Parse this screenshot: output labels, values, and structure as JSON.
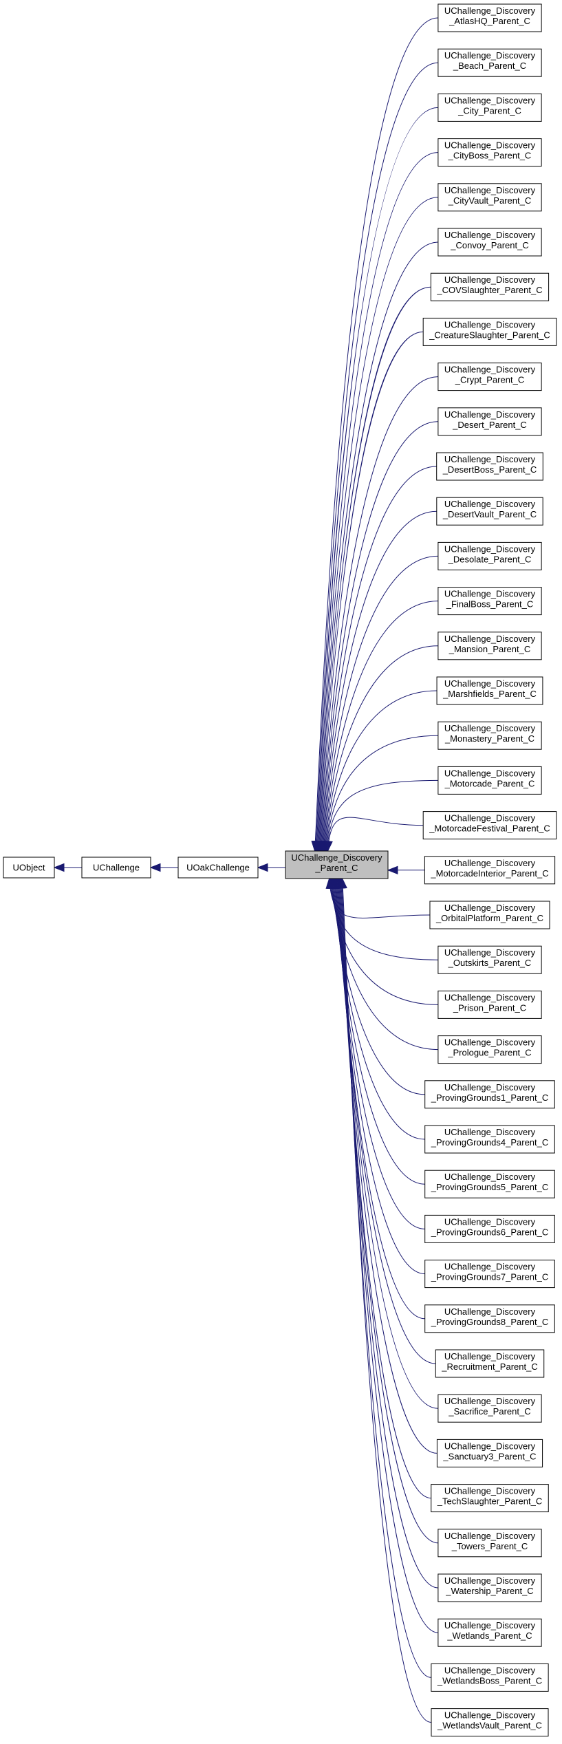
{
  "diagram": {
    "root_chain": [
      "UObject",
      "UChallenge",
      "UOakChallenge"
    ],
    "current": {
      "line1": "UChallenge_Discovery",
      "line2": "_Parent_C"
    },
    "children": [
      {
        "line1": "UChallenge_Discovery",
        "line2": "_AtlasHQ_Parent_C"
      },
      {
        "line1": "UChallenge_Discovery",
        "line2": "_Beach_Parent_C"
      },
      {
        "line1": "UChallenge_Discovery",
        "line2": "_City_Parent_C"
      },
      {
        "line1": "UChallenge_Discovery",
        "line2": "_CityBoss_Parent_C"
      },
      {
        "line1": "UChallenge_Discovery",
        "line2": "_CityVault_Parent_C"
      },
      {
        "line1": "UChallenge_Discovery",
        "line2": "_Convoy_Parent_C"
      },
      {
        "line1": "UChallenge_Discovery",
        "line2": "_COVSlaughter_Parent_C"
      },
      {
        "line1": "UChallenge_Discovery",
        "line2": "_CreatureSlaughter_Parent_C"
      },
      {
        "line1": "UChallenge_Discovery",
        "line2": "_Crypt_Parent_C"
      },
      {
        "line1": "UChallenge_Discovery",
        "line2": "_Desert_Parent_C"
      },
      {
        "line1": "UChallenge_Discovery",
        "line2": "_DesertBoss_Parent_C"
      },
      {
        "line1": "UChallenge_Discovery",
        "line2": "_DesertVault_Parent_C"
      },
      {
        "line1": "UChallenge_Discovery",
        "line2": "_Desolate_Parent_C"
      },
      {
        "line1": "UChallenge_Discovery",
        "line2": "_FinalBoss_Parent_C"
      },
      {
        "line1": "UChallenge_Discovery",
        "line2": "_Mansion_Parent_C"
      },
      {
        "line1": "UChallenge_Discovery",
        "line2": "_Marshfields_Parent_C"
      },
      {
        "line1": "UChallenge_Discovery",
        "line2": "_Monastery_Parent_C"
      },
      {
        "line1": "UChallenge_Discovery",
        "line2": "_Motorcade_Parent_C"
      },
      {
        "line1": "UChallenge_Discovery",
        "line2": "_MotorcadeFestival_Parent_C"
      },
      {
        "line1": "UChallenge_Discovery",
        "line2": "_MotorcadeInterior_Parent_C"
      },
      {
        "line1": "UChallenge_Discovery",
        "line2": "_OrbitalPlatform_Parent_C"
      },
      {
        "line1": "UChallenge_Discovery",
        "line2": "_Outskirts_Parent_C"
      },
      {
        "line1": "UChallenge_Discovery",
        "line2": "_Prison_Parent_C"
      },
      {
        "line1": "UChallenge_Discovery",
        "line2": "_Prologue_Parent_C"
      },
      {
        "line1": "UChallenge_Discovery",
        "line2": "_ProvingGrounds1_Parent_C"
      },
      {
        "line1": "UChallenge_Discovery",
        "line2": "_ProvingGrounds4_Parent_C"
      },
      {
        "line1": "UChallenge_Discovery",
        "line2": "_ProvingGrounds5_Parent_C"
      },
      {
        "line1": "UChallenge_Discovery",
        "line2": "_ProvingGrounds6_Parent_C"
      },
      {
        "line1": "UChallenge_Discovery",
        "line2": "_ProvingGrounds7_Parent_C"
      },
      {
        "line1": "UChallenge_Discovery",
        "line2": "_ProvingGrounds8_Parent_C"
      },
      {
        "line1": "UChallenge_Discovery",
        "line2": "_Recruitment_Parent_C"
      },
      {
        "line1": "UChallenge_Discovery",
        "line2": "_Sacrifice_Parent_C"
      },
      {
        "line1": "UChallenge_Discovery",
        "line2": "_Sanctuary3_Parent_C"
      },
      {
        "line1": "UChallenge_Discovery",
        "line2": "_TechSlaughter_Parent_C"
      },
      {
        "line1": "UChallenge_Discovery",
        "line2": "_Towers_Parent_C"
      },
      {
        "line1": "UChallenge_Discovery",
        "line2": "_Watership_Parent_C"
      },
      {
        "line1": "UChallenge_Discovery",
        "line2": "_Wetlands_Parent_C"
      },
      {
        "line1": "UChallenge_Discovery",
        "line2": "_WetlandsBoss_Parent_C"
      },
      {
        "line1": "UChallenge_Discovery",
        "line2": "_WetlandsVault_Parent_C"
      }
    ],
    "colors": {
      "edge": "#191970",
      "current_fill": "#bfbfbf",
      "node_fill": "#ffffff",
      "border": "#000000"
    }
  }
}
